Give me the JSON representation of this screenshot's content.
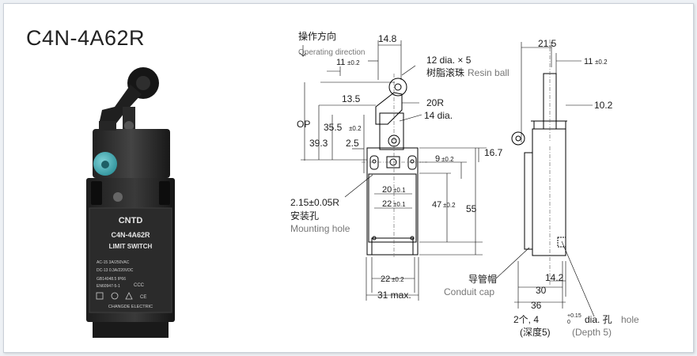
{
  "title": "C4N-4A62R",
  "product": {
    "brand": "CNTD",
    "model": "C4N-4A62R",
    "type": "LIMIT SWITCH",
    "ratings": [
      "AC-15  3A/250VAC",
      "DC-13  0.3A/220VDC"
    ],
    "standards": [
      "GB14048.5  IP66",
      "EN60947-5-1"
    ],
    "maker": "CHANGDE ELECTRIC",
    "cert_marks": [
      "CE",
      "CCC"
    ]
  },
  "front_view": {
    "op_dir_cn": "操作方向",
    "op_dir_en": "Operating direction",
    "d_14_8": "14.8",
    "d_11": "11",
    "d_11_tol": "±0.2",
    "roller_cn": "树脂滚珠",
    "roller_en": "Resin ball",
    "roller_size": "12 dia. × 5",
    "d_13_5": "13.5",
    "d_20r": "20R",
    "d_14dia": "14 dia.",
    "d_op": "OP",
    "d_35_5": "35.5",
    "d_35_5_tol": "±0.2",
    "d_39_3": "39.3",
    "d_2_5": "2.5",
    "d_16_7": "16.7",
    "d_9": "9",
    "d_9_tol": "±0.2",
    "d_20": "20",
    "d_20_tol": "±0.1",
    "d_22": "22",
    "d_22_tol": "±0.1",
    "d_47": "47",
    "d_47_tol": "±0.2",
    "d_55": "55",
    "d_mount": "2.15±0.05R",
    "mount_cn": "安装孔",
    "mount_en": "Mounting hole",
    "d_22b": "22",
    "d_22b_tol": "±0.2",
    "d_31": "31 max."
  },
  "side_view": {
    "d_21_5": "21.5",
    "d_11": "11",
    "d_11_tol": "±0.2",
    "d_10_2": "10.2",
    "conduit_cn": "导管帽",
    "conduit_en": "Conduit cap",
    "d_14_2": "14.2",
    "d_30": "30",
    "d_36": "36",
    "hole_prefix": "2个, 4",
    "hole_sup": "+0.15",
    "hole_sub": "0",
    "hole_suffix": " dia. 孔",
    "hole_en": "hole",
    "depth_cn": "(深度5)",
    "depth_en": "(Depth 5)"
  }
}
